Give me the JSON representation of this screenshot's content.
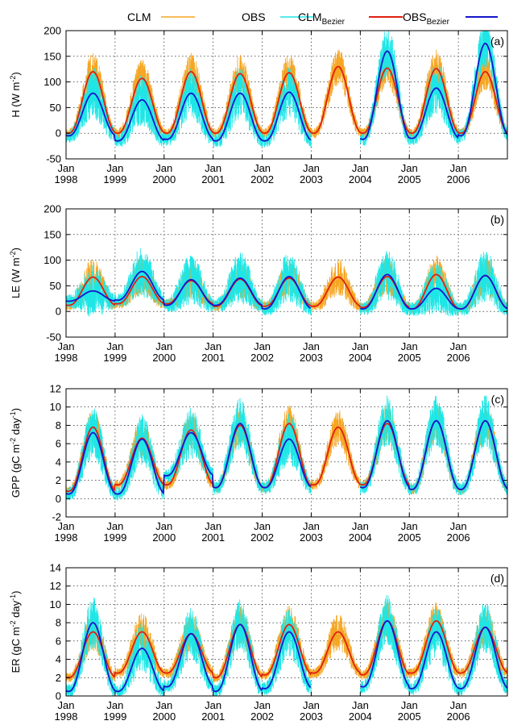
{
  "legend": {
    "clm": "CLM",
    "obs": "OBS",
    "clm_bezier_main": "CLM",
    "clm_bezier_sub": "Bezier",
    "obs_bezier_main": "OBS",
    "obs_bezier_sub": "Bezier"
  },
  "colors": {
    "clm": "#f5a623",
    "obs": "#1ee6e6",
    "clm_bezier": "#e02010",
    "obs_bezier": "#1515cc"
  },
  "x_ticks": [
    {
      "top": "Jan",
      "bottom": "1998"
    },
    {
      "top": "Jan",
      "bottom": "1999"
    },
    {
      "top": "Jan",
      "bottom": "2000"
    },
    {
      "top": "Jan",
      "bottom": "2001"
    },
    {
      "top": "Jan",
      "bottom": "2002"
    },
    {
      "top": "Jan",
      "bottom": "2003"
    },
    {
      "top": "Jan",
      "bottom": "2004"
    },
    {
      "top": "Jan",
      "bottom": "2005"
    },
    {
      "top": "Jan",
      "bottom": "2006"
    }
  ],
  "chart_data": [
    {
      "type": "line",
      "panel_label": "(a)",
      "ylabel_main": "H (W m",
      "ylabel_sup": "-2",
      "ylabel_end": ")",
      "x_range": [
        "1998-01",
        "2006-12"
      ],
      "ylim": [
        -50,
        200
      ],
      "yticks": [
        -50,
        0,
        50,
        100,
        150,
        200
      ],
      "grid": true,
      "legend": "top",
      "seasonal_peaks": {
        "CLM_Bezier": [
          120,
          107,
          120,
          116,
          118,
          130,
          127,
          126,
          120
        ],
        "OBS_Bezier": [
          78,
          65,
          78,
          78,
          80,
          null,
          160,
          88,
          175
        ]
      },
      "seasonal_troughs": {
        "CLM_Bezier": [
          0,
          0,
          0,
          0,
          0,
          0,
          0,
          0,
          0
        ],
        "OBS_Bezier": [
          -5,
          -15,
          -12,
          -15,
          -15,
          null,
          -12,
          -10,
          -5
        ]
      }
    },
    {
      "type": "line",
      "panel_label": "(b)",
      "ylabel_main": "LE (W m",
      "ylabel_sup": "-2",
      "ylabel_end": ")",
      "x_range": [
        "1998-01",
        "2006-12"
      ],
      "ylim": [
        -50,
        200
      ],
      "yticks": [
        -50,
        0,
        50,
        100,
        150,
        200
      ],
      "grid": true,
      "seasonal_peaks": {
        "CLM_Bezier": [
          67,
          68,
          60,
          63,
          65,
          67,
          68,
          72,
          70
        ],
        "OBS_Bezier": [
          40,
          78,
          62,
          65,
          68,
          null,
          72,
          45,
          70
        ]
      },
      "seasonal_troughs": {
        "CLM_Bezier": [
          12,
          15,
          15,
          10,
          10,
          10,
          8,
          5,
          5
        ],
        "OBS_Bezier": [
          20,
          22,
          12,
          12,
          5,
          null,
          5,
          5,
          5
        ]
      }
    },
    {
      "type": "line",
      "panel_label": "(c)",
      "ylabel_main": "GPP (gC m",
      "ylabel_sup": "-2",
      "ylabel_mid": " day",
      "ylabel_sup2": "-1",
      "ylabel_end": ")",
      "x_range": [
        "1998-01",
        "2006-12"
      ],
      "ylim": [
        -2,
        12
      ],
      "yticks": [
        -2,
        0,
        2,
        4,
        6,
        8,
        10,
        12
      ],
      "grid": true,
      "seasonal_peaks": {
        "CLM_Bezier": [
          7.8,
          6.6,
          7.5,
          8.0,
          8.2,
          7.8,
          8.2,
          8.5,
          8.5
        ],
        "OBS_Bezier": [
          7.2,
          6.5,
          7.2,
          8.2,
          6.5,
          null,
          8.5,
          8.5,
          8.5
        ]
      },
      "seasonal_troughs": {
        "CLM_Bezier": [
          0.8,
          1.5,
          1.5,
          1.2,
          1.2,
          1.5,
          1.5,
          1.0,
          1.0
        ],
        "OBS_Bezier": [
          0.5,
          0.5,
          2.5,
          1.2,
          1.2,
          null,
          1.2,
          1.0,
          1.0
        ]
      }
    },
    {
      "type": "line",
      "panel_label": "(d)",
      "ylabel_main": "ER (gC m",
      "ylabel_sup": "-2",
      "ylabel_mid": " day",
      "ylabel_sup2": "-1",
      "ylabel_end": ")",
      "x_range": [
        "1998-01",
        "2006-12"
      ],
      "ylim": [
        0,
        14
      ],
      "yticks": [
        0,
        2,
        4,
        6,
        8,
        10,
        12,
        14
      ],
      "grid": true,
      "seasonal_peaks": {
        "CLM_Bezier": [
          7.0,
          7.0,
          6.8,
          7.8,
          7.8,
          7.0,
          8.2,
          8.2,
          7.5
        ],
        "OBS_Bezier": [
          8.0,
          5.2,
          6.8,
          7.8,
          7.0,
          null,
          8.2,
          7.0,
          7.5
        ]
      },
      "seasonal_troughs": {
        "CLM_Bezier": [
          2.0,
          2.5,
          2.5,
          2.0,
          2.3,
          2.5,
          2.3,
          2.5,
          2.5
        ],
        "OBS_Bezier": [
          0.5,
          0.5,
          1.0,
          0.5,
          0.8,
          null,
          1.0,
          0.8,
          0.8
        ]
      }
    }
  ]
}
